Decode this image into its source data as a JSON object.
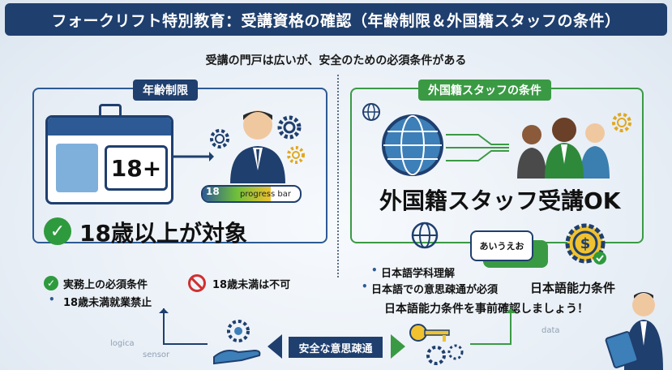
{
  "title": "フォークリフト特別教育：受講資格の確認（年齢制限＆外国籍スタッフの条件）",
  "subtitle": "受講の門戸は広いが、安全のための必須条件がある",
  "age_section": {
    "tag": "年齢制限",
    "card_number": "18+",
    "progress_number": "18",
    "progress_label": "progress bar",
    "condition": "18歳以上が対象",
    "items": [
      {
        "text": "実務上の必須条件"
      },
      {
        "text": "18歳未満は不可"
      },
      {
        "text": "18歳未満就業禁止"
      }
    ]
  },
  "foreign_section": {
    "tag": "外国籍スタッフの条件",
    "headline": "外国籍スタッフ受講OK",
    "bubble": "あいうえお",
    "items": [
      "日本語学科理解",
      "日本語での意思疎通が必須"
    ],
    "ability": "日本語能力条件",
    "note": "日本語能力条件を事前確認しましょう！"
  },
  "bottom": {
    "label": "安全な意思疎通"
  },
  "background_words": {
    "left1": "logica",
    "left2": "sensor",
    "right": "data"
  },
  "colors": {
    "navy": "#1f3f6e",
    "green": "#3a9a44",
    "red": "#d03030"
  }
}
